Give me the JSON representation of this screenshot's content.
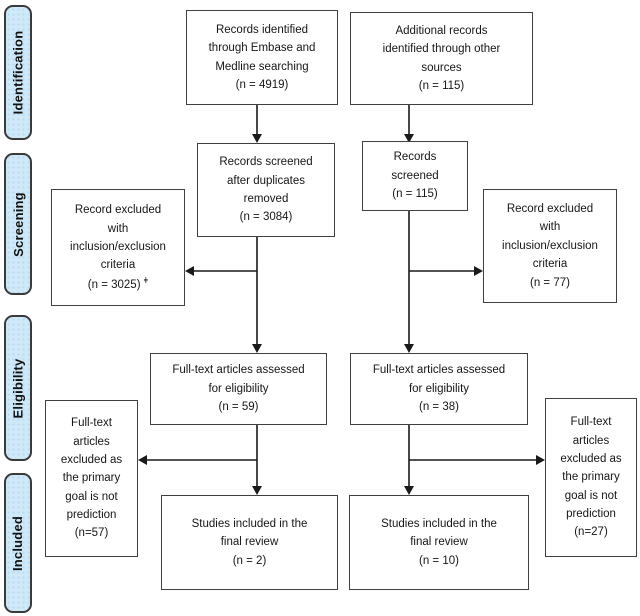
{
  "sidebar": {
    "items": [
      {
        "label": "Identification"
      },
      {
        "label": "Screening"
      },
      {
        "label": "Eligibility"
      },
      {
        "label": "Included"
      }
    ]
  },
  "boxes": {
    "identified_main": {
      "text": "Records identified\nthrough Embase and\nMedline searching\n(n = 4919)"
    },
    "identified_other": {
      "text": "Additional records\nidentified through other\nsources\n(n = 115)"
    },
    "screened_main": {
      "text": "Records screened\nafter duplicates\nremoved\n(n = 3084)"
    },
    "screened_other": {
      "text": "Records\nscreened\n(n = 115)"
    },
    "excluded_screening_main": {
      "text": "Record excluded\nwith\ninclusion/exclusion\ncriteria",
      "count": "(n = 3025)",
      "footnote_mark": "ǂ"
    },
    "excluded_screening_other": {
      "text": "Record excluded\nwith\ninclusion/exclusion\ncriteria\n(n = 77)"
    },
    "fulltext_main": {
      "text": "Full-text articles assessed\nfor eligibility\n(n = 59)"
    },
    "fulltext_other": {
      "text": "Full-text articles assessed\nfor eligibility\n(n = 38)"
    },
    "excluded_fulltext_main": {
      "text": "Full-text\narticles\nexcluded as\nthe primary\ngoal is not\nprediction\n(n=57)"
    },
    "excluded_fulltext_other": {
      "text": "Full-text\narticles\nexcluded as\nthe primary\ngoal is not\nprediction\n(n=27)"
    },
    "included_main": {
      "text": "Studies included in the\nfinal review\n(n = 2)"
    },
    "included_other": {
      "text": "Studies included in the\nfinal review\n(n = 10)"
    }
  },
  "colors": {
    "stage_fill": "#cfe9f8",
    "stage_border": "#3a3a3a",
    "box_border": "#404040",
    "arrow": "#1a1a1a"
  }
}
